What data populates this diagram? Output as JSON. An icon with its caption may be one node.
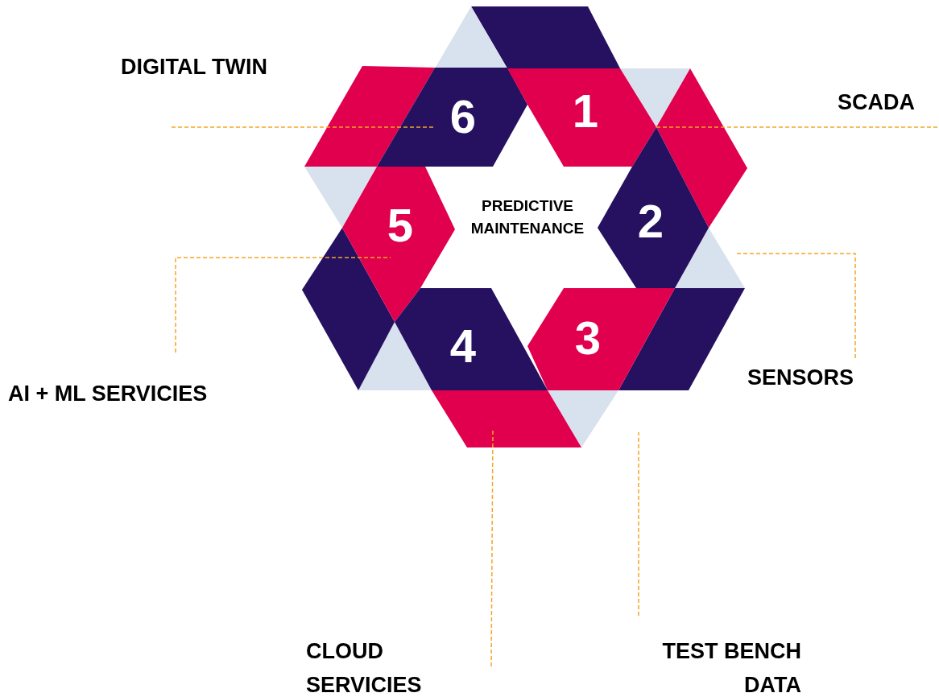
{
  "diagram": {
    "nodes": [
      {
        "text": [
          "DIGITAL TWIN"
        ]
      },
      {
        "text": [
          "SCADA"
        ]
      },
      {
        "text": [
          "6"
        ]
      },
      {
        "text": [
          "1"
        ]
      },
      {
        "text": [
          "5"
        ]
      },
      {
        "text": [
          "2"
        ]
      },
      {
        "text": [
          "4"
        ]
      },
      {
        "text": [
          "3"
        ]
      },
      {
        "text": [
          "SENSORS"
        ]
      },
      {
        "text": [
          "AI + ML SERVICIES"
        ]
      },
      {
        "text": [
          "CLOUD SERVICIES"
        ]
      },
      {
        "text": [
          "TEST BENCH DATA"
        ]
      }
    ],
    "edges": [
      {
        "from": 0,
        "to": 2,
        "arrow": "none"
      },
      {
        "from": 1,
        "to": 3,
        "arrow": "none"
      },
      {
        "from": 8,
        "to": null,
        "arrow": "none"
      },
      {
        "from": 9,
        "to": 4,
        "arrow": "none"
      },
      {
        "from": 10,
        "to": null,
        "arrow": "none"
      },
      {
        "from": 11,
        "to": null,
        "arrow": "none"
      }
    ],
    "labels": [
      "PREDICTIVE MAINTENANCE"
    ]
  }
}
